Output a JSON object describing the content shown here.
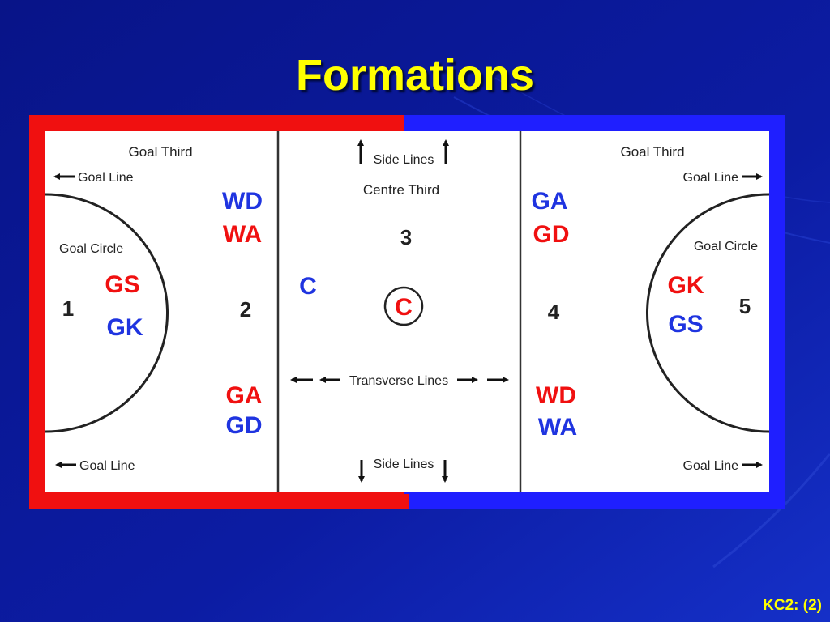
{
  "slide": {
    "title": "Formations",
    "footer": "KC2: (2)",
    "colors": {
      "background": "#0b1a99",
      "title": "#ffff00",
      "team_red": "#f01010",
      "team_blue": "#1f34e0",
      "court": "#ffffff"
    }
  },
  "court": {
    "left_third_label": "Goal Third",
    "right_third_label": "Goal Third",
    "centre_third_label": "Centre Third",
    "goal_line_label": "Goal Line",
    "goal_circle_label": "Goal Circle",
    "side_lines_label": "Side Lines",
    "transverse_lines_label": "Transverse Lines",
    "zones": {
      "z1": "1",
      "z2": "2",
      "z3": "3",
      "z4": "4",
      "z5": "5"
    },
    "positions": {
      "left_third_top_a": "WD",
      "left_third_top_b": "WA",
      "left_circle_a": "GS",
      "left_circle_b": "GK",
      "left_third_bottom_a": "GA",
      "left_third_bottom_b": "GD",
      "centre_c_blue": "C",
      "centre_c_red": "C",
      "right_third_top_a": "GA",
      "right_third_top_b": "GD",
      "right_circle_a": "GK",
      "right_circle_b": "GS",
      "right_third_bottom_a": "WD",
      "right_third_bottom_b": "WA"
    }
  }
}
